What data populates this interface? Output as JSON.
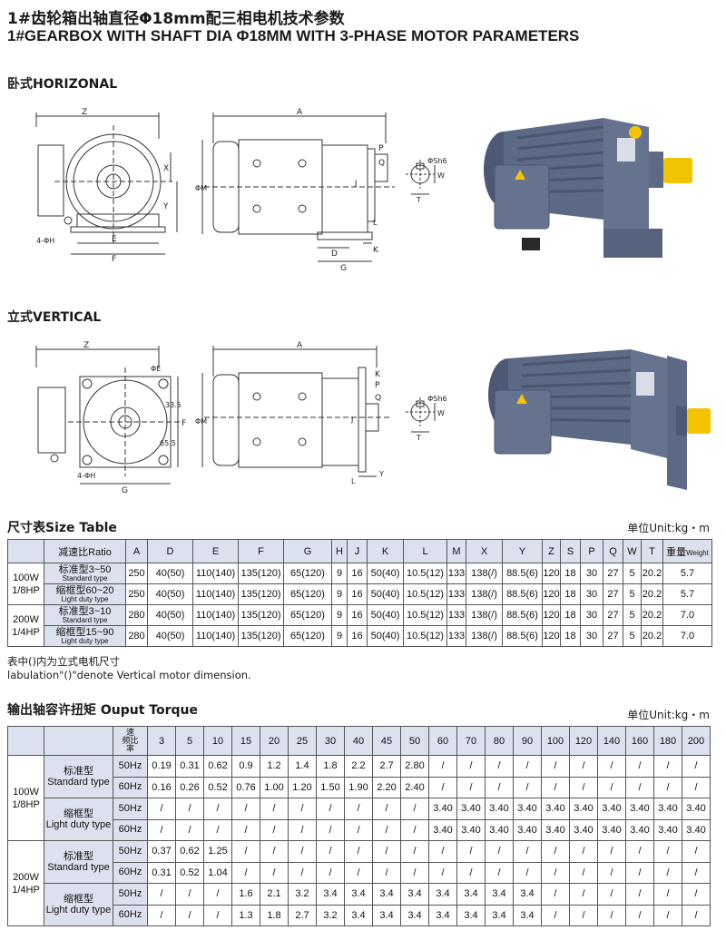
{
  "titles": {
    "cn": "1#齿轮箱出轴直径Φ18mm配三相电机技术参数",
    "en": "1#GEARBOX WITH SHAFT DIA Φ18MM WITH 3-PHASE MOTOR PARAMETERS"
  },
  "sections": {
    "horizontal": "卧式HORIZONAL",
    "vertical": "立式VERTICAL",
    "size_table": "尺寸表Size Table",
    "torque": "输出轴容许扭矩  Ouput Torque"
  },
  "unit_label": "单位Unit:kg・m",
  "diagram_labels": {
    "horizontal_front": {
      "z": "Z",
      "x": "X",
      "y": "Y",
      "e": "E",
      "f": "F",
      "holes": "4-ΦH"
    },
    "horizontal_side": {
      "a": "A",
      "m": "ΦM",
      "p": "P",
      "q": "Q",
      "j": "J",
      "l": "L",
      "d": "D",
      "k": "K",
      "g": "G"
    },
    "horizontal_shaft": {
      "sh": "ΦSh6",
      "t": "T",
      "w": "W"
    },
    "vertical_front": {
      "z": "Z",
      "e": "ΦE",
      "d1": "33.5",
      "d2": "65.5",
      "f": "F",
      "g": "G",
      "holes": "4-ΦH"
    },
    "vertical_side": {
      "a": "A",
      "m": "ΦM",
      "k": "K",
      "p": "P",
      "q": "Q",
      "j": "J",
      "l": "L",
      "y": "Y"
    },
    "vertical_shaft": {
      "sh": "ΦSh6",
      "t": "T",
      "w": "W"
    }
  },
  "size_table": {
    "header": [
      "减速比Ratio",
      "A",
      "D",
      "E",
      "F",
      "G",
      "H",
      "J",
      "K",
      "L",
      "M",
      "X",
      "Y",
      "Z",
      "S",
      "P",
      "Q",
      "W",
      "T"
    ],
    "weight_header": {
      "cn": "重量",
      "en": "Weight"
    },
    "groups": [
      {
        "power": [
          "100W",
          "1/8HP"
        ],
        "rows": [
          {
            "type_cn": "标准型3~50",
            "type_en": "Standard type",
            "values": [
              "250",
              "40(50)",
              "110(140)",
              "135(120)",
              "65(120)",
              "9",
              "16",
              "50(40)",
              "10.5(12)",
              "133",
              "138(/)",
              "88.5(6)",
              "120",
              "18",
              "30",
              "27",
              "5",
              "20.2",
              "5.7"
            ]
          },
          {
            "type_cn": "缩框型60~20",
            "type_en": "Light duty type",
            "values": [
              "250",
              "40(50)",
              "110(140)",
              "135(120)",
              "65(120)",
              "9",
              "16",
              "50(40)",
              "10.5(12)",
              "133",
              "138(/)",
              "88.5(6)",
              "120",
              "18",
              "30",
              "27",
              "5",
              "20.2",
              "5.7"
            ]
          }
        ]
      },
      {
        "power": [
          "200W",
          "1/4HP"
        ],
        "rows": [
          {
            "type_cn": "标准型3~10",
            "type_en": "Standard type",
            "values": [
              "280",
              "40(50)",
              "110(140)",
              "135(120)",
              "65(120)",
              "9",
              "16",
              "50(40)",
              "10.5(12)",
              "133",
              "138(/)",
              "88.5(6)",
              "120",
              "18",
              "30",
              "27",
              "5",
              "20.2",
              "7.0"
            ]
          },
          {
            "type_cn": "缩框型15~90",
            "type_en": "Light duty type",
            "values": [
              "280",
              "40(50)",
              "110(140)",
              "135(120)",
              "65(120)",
              "9",
              "16",
              "50(40)",
              "10.5(12)",
              "133",
              "138(/)",
              "88.5(6)",
              "120",
              "18",
              "30",
              "27",
              "5",
              "20.2",
              "7.0"
            ]
          }
        ]
      }
    ],
    "note_cn": "表中()内为立式电机尺寸",
    "note_en": "labulation\"()\"denote Vertical motor dimension."
  },
  "torque_table": {
    "corner": {
      "a": "速",
      "b": "比",
      "c": "频",
      "d": "率"
    },
    "ratios": [
      "3",
      "5",
      "10",
      "15",
      "20",
      "25",
      "30",
      "40",
      "45",
      "50",
      "60",
      "70",
      "80",
      "90",
      "100",
      "120",
      "140",
      "160",
      "180",
      "200"
    ],
    "groups": [
      {
        "power": [
          "100W",
          "1/8HP"
        ],
        "types": [
          {
            "cn": "标准型",
            "en": "Standard type",
            "rows": [
              {
                "freq": "50Hz",
                "values": [
                  "0.19",
                  "0.31",
                  "0.62",
                  "0.9",
                  "1.2",
                  "1.4",
                  "1.8",
                  "2.2",
                  "2.7",
                  "2.80",
                  "/",
                  "/",
                  "/",
                  "/",
                  "/",
                  "/",
                  "/",
                  "/",
                  "/",
                  "/"
                ]
              },
              {
                "freq": "60Hz",
                "values": [
                  "0.16",
                  "0.26",
                  "0.52",
                  "0.76",
                  "1.00",
                  "1.20",
                  "1.50",
                  "1.90",
                  "2.20",
                  "2.40",
                  "/",
                  "/",
                  "/",
                  "/",
                  "/",
                  "/",
                  "/",
                  "/",
                  "/",
                  "/"
                ]
              }
            ]
          },
          {
            "cn": "缩框型",
            "en": "Light duty type",
            "rows": [
              {
                "freq": "50Hz",
                "values": [
                  "/",
                  "/",
                  "/",
                  "/",
                  "/",
                  "/",
                  "/",
                  "/",
                  "/",
                  "/",
                  "3.40",
                  "3.40",
                  "3.40",
                  "3.40",
                  "3.40",
                  "3.40",
                  "3.40",
                  "3.40",
                  "3.40",
                  "3.40"
                ]
              },
              {
                "freq": "60Hz",
                "values": [
                  "/",
                  "/",
                  "/",
                  "/",
                  "/",
                  "/",
                  "/",
                  "/",
                  "/",
                  "/",
                  "3.40",
                  "3.40",
                  "3.40",
                  "3.40",
                  "3.40",
                  "3.40",
                  "3.40",
                  "3.40",
                  "3.40",
                  "3.40"
                ]
              }
            ]
          }
        ]
      },
      {
        "power": [
          "200W",
          "1/4HP"
        ],
        "types": [
          {
            "cn": "标准型",
            "en": "Standard type",
            "rows": [
              {
                "freq": "50Hz",
                "values": [
                  "0.37",
                  "0.62",
                  "1.25",
                  "/",
                  "/",
                  "/",
                  "/",
                  "/",
                  "/",
                  "/",
                  "/",
                  "/",
                  "/",
                  "/",
                  "/",
                  "/",
                  "/",
                  "/",
                  "/",
                  "/"
                ]
              },
              {
                "freq": "60Hz",
                "values": [
                  "0.31",
                  "0.52",
                  "1.04",
                  "/",
                  "/",
                  "/",
                  "/",
                  "/",
                  "/",
                  "/",
                  "/",
                  "/",
                  "/",
                  "/",
                  "/",
                  "/",
                  "/",
                  "/",
                  "/",
                  "/"
                ]
              }
            ]
          },
          {
            "cn": "缩框型",
            "en": "Light duty type",
            "rows": [
              {
                "freq": "50Hz",
                "values": [
                  "/",
                  "/",
                  "/",
                  "1.6",
                  "2.1",
                  "3.2",
                  "3.4",
                  "3.4",
                  "3.4",
                  "3.4",
                  "3.4",
                  "3.4",
                  "3.4",
                  "3.4",
                  "/",
                  "/",
                  "/",
                  "/",
                  "/",
                  "/"
                ]
              },
              {
                "freq": "60Hz",
                "values": [
                  "/",
                  "/",
                  "/",
                  "1.3",
                  "1.8",
                  "2.7",
                  "3.2",
                  "3.4",
                  "3.4",
                  "3.4",
                  "3.4",
                  "3.4",
                  "3.4",
                  "3.4",
                  "/",
                  "/",
                  "/",
                  "/",
                  "/",
                  "/"
                ]
              }
            ]
          }
        ]
      }
    ]
  },
  "colors": {
    "header_bg": "#dbe1ee",
    "motor_body": "#5d6a86",
    "shaft": "#f2c300"
  }
}
